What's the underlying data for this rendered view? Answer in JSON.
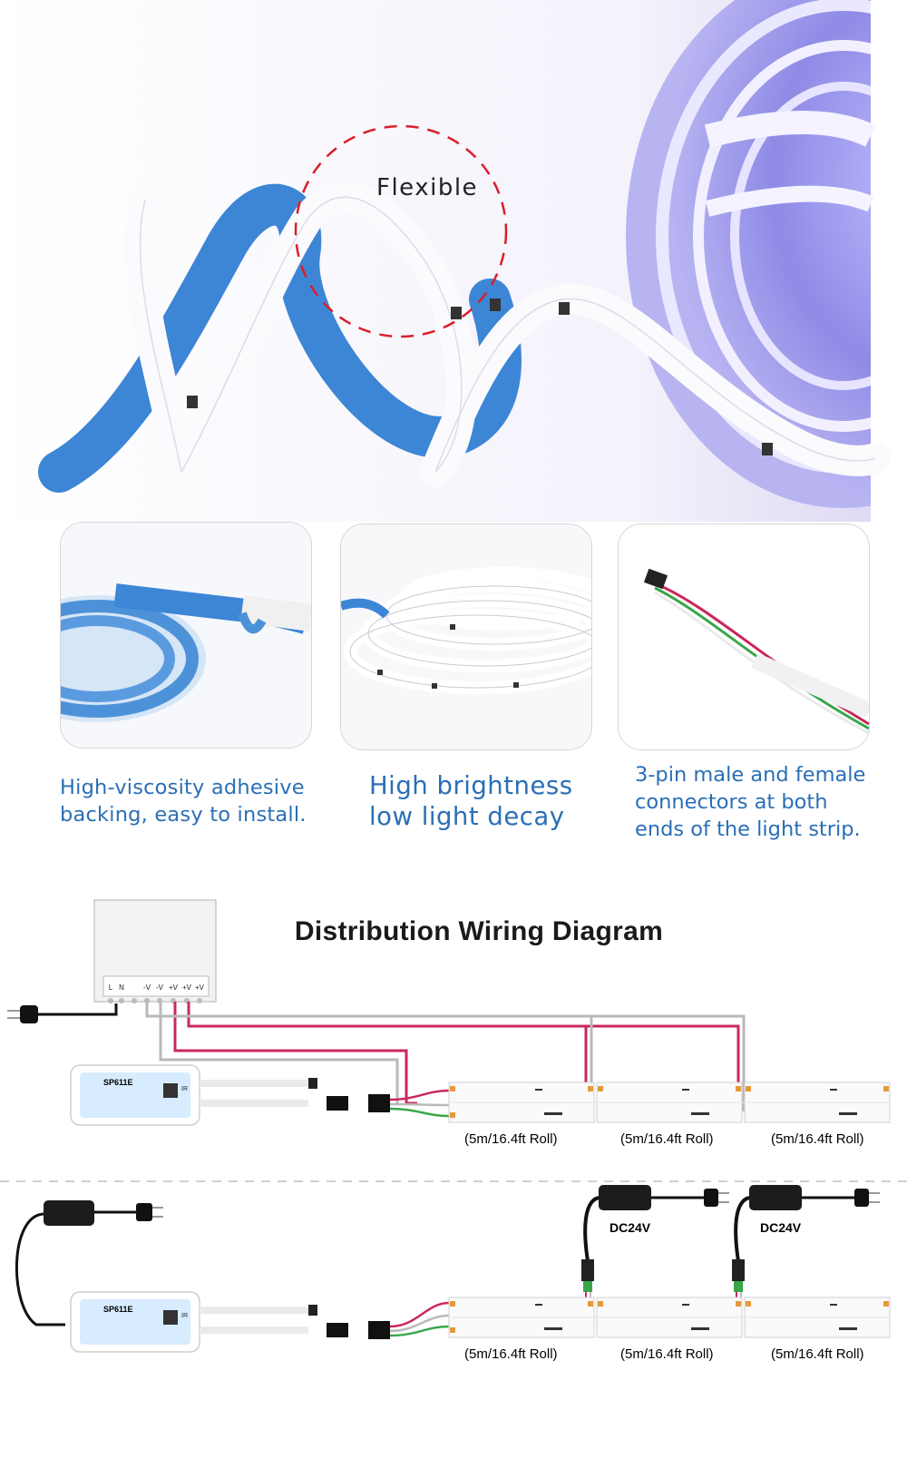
{
  "hero": {
    "flexible_label": "Flexible"
  },
  "features": [
    {
      "lines": [
        "High-viscosity adhesive",
        "backing, easy to install."
      ]
    },
    {
      "lines": [
        "High brightness",
        "low light decay"
      ]
    },
    {
      "lines": [
        "3-pin male and female",
        "connectors at both",
        "ends of the light strip."
      ]
    }
  ],
  "diagram": {
    "title": "Distribution Wiring Diagram",
    "psu_terminals": [
      "L",
      "N",
      "-V",
      "-V",
      "+V",
      "+V",
      "+V"
    ],
    "controller_label": "SP611E",
    "controller_ir": "IR",
    "roll_label": "(5m/16.4ft Roll)",
    "adapter_label": "DC24V"
  },
  "colors": {
    "caption_blue": "#2a6fb6",
    "wire_red": "#c8285a",
    "wire_gray": "#b9b9b9",
    "wire_green": "#3aa64a",
    "strip_blue": "#3d86d6"
  }
}
